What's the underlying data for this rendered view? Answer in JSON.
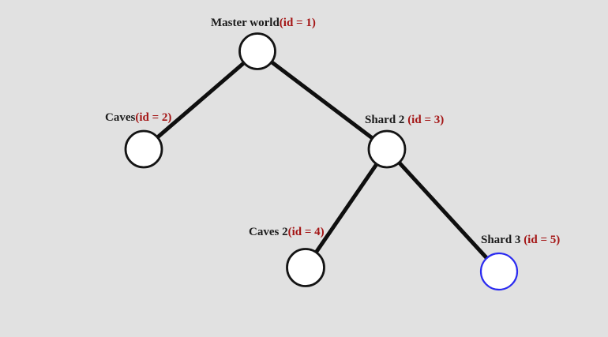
{
  "diagram": {
    "background_color": "#e1e1e1",
    "node_fill_color": "#ffffff",
    "node_border_color": "#141414",
    "selected_node_border_color": "#2a2af0",
    "edge_color": "#0f0f0f",
    "label_text_color": "#1b1b1b",
    "id_text_color": "#a41515",
    "nodes": [
      {
        "name": "Master world",
        "id_label": "(id = 1)",
        "id": 1,
        "selected": false
      },
      {
        "name": "Caves",
        "id_label": "(id = 2)",
        "id": 2,
        "selected": false
      },
      {
        "name": "Shard 2 ",
        "id_label": "(id = 3)",
        "id": 3,
        "selected": false
      },
      {
        "name": "Caves 2",
        "id_label": "(id = 4)",
        "id": 4,
        "selected": false
      },
      {
        "name": "Shard 3 ",
        "id_label": "(id = 5)",
        "id": 5,
        "selected": true
      }
    ],
    "edges": [
      {
        "from": 1,
        "to": 2
      },
      {
        "from": 1,
        "to": 3
      },
      {
        "from": 3,
        "to": 4
      },
      {
        "from": 3,
        "to": 5
      }
    ]
  }
}
